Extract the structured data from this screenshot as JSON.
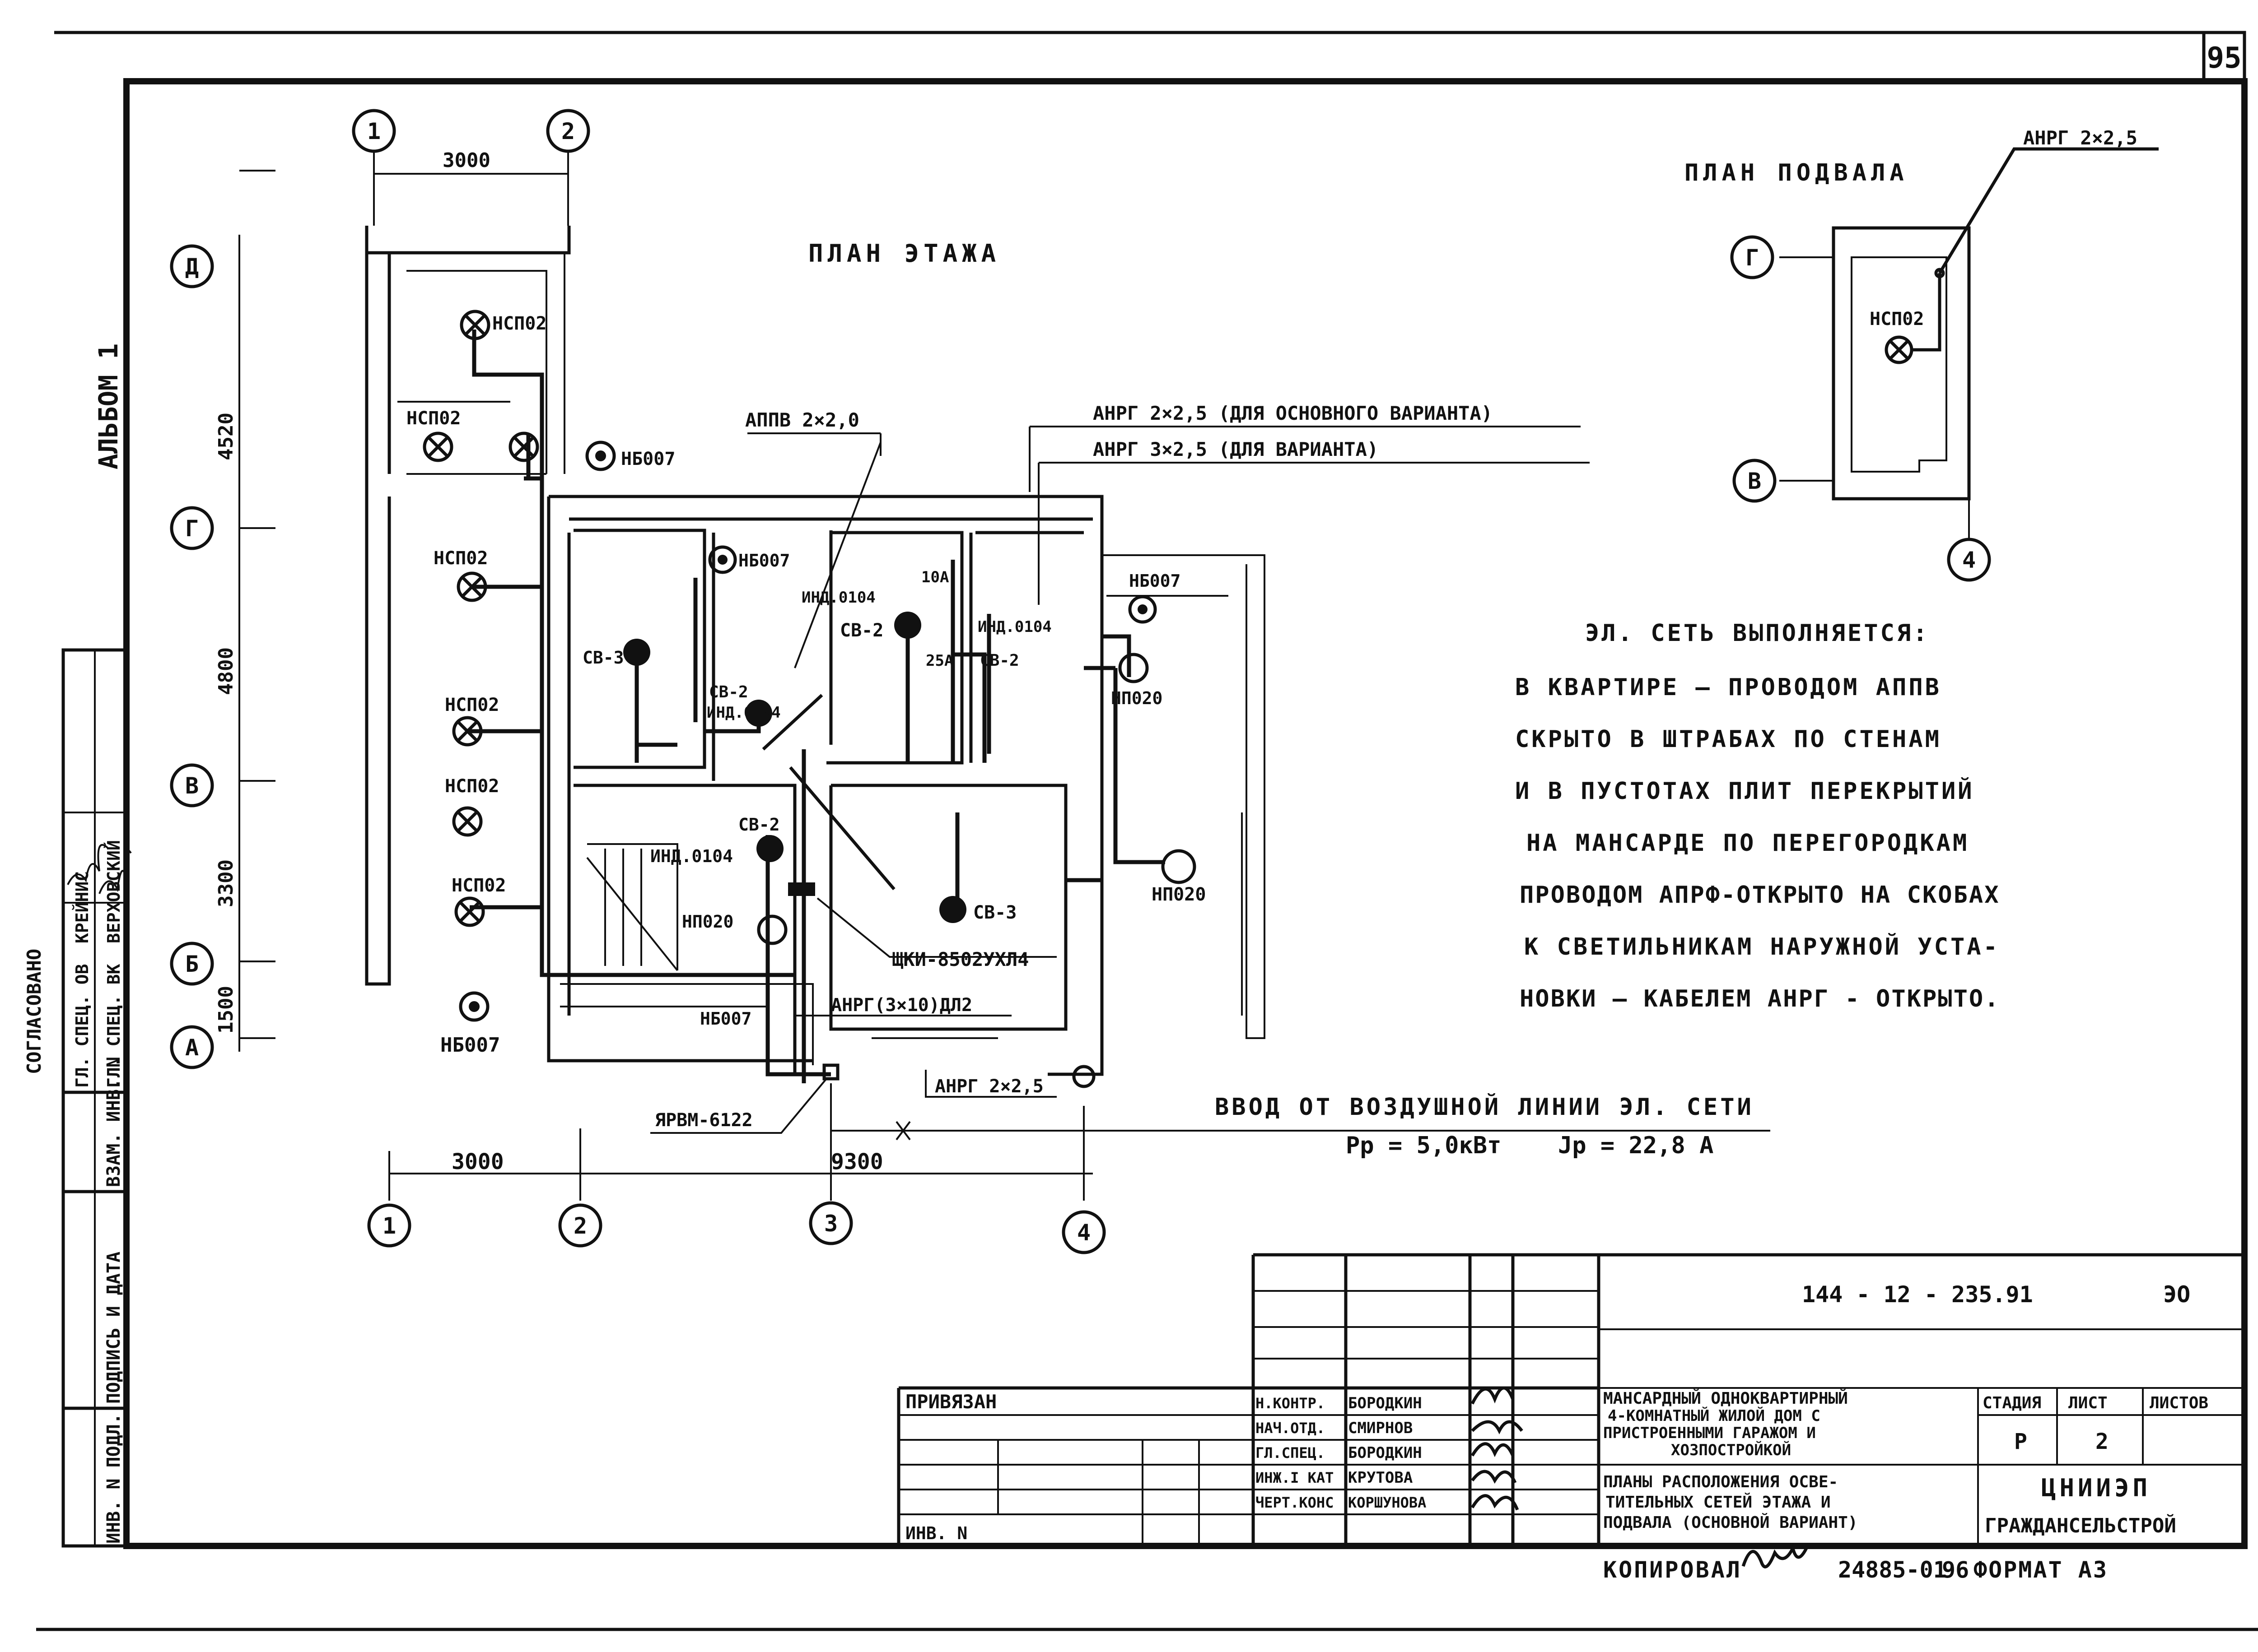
{
  "sheet": {
    "page_number": "95",
    "album_label": "АЛЬБОМ 1"
  },
  "floor_plan": {
    "title": "ПЛАН ЭТАЖА",
    "axes_top": [
      "1",
      "2"
    ],
    "axes_bottom": [
      "1",
      "2",
      "3",
      "4"
    ],
    "axes_left": [
      "Д",
      "Г",
      "В",
      "Б",
      "А"
    ],
    "dims_left": [
      "4520",
      "4800",
      "3300",
      "1500"
    ],
    "dim_top": "3000",
    "dims_bottom": [
      "3000",
      "9300"
    ],
    "fixture_labels": [
      "НСП02",
      "НСП02",
      "НСП02",
      "НСП02",
      "НСП02",
      "НСП02",
      "НБ007",
      "НБ007",
      "НБ007",
      "НБ007",
      "НБ007",
      "НП020",
      "НП020",
      "НП020"
    ],
    "room_labels": [
      "СВ-3",
      "СВ-2",
      "СВ-2",
      "СВ-2",
      "СВ-2",
      "СВ-3",
      "ИНД.0104",
      "ИНД.0104",
      "ИНД.0104",
      "ИНД.0104",
      "10А",
      "25А"
    ],
    "cable_labels": {
      "appv": "АППВ 2×2,0",
      "anrg_main": "АНРГ 2×2,5 (ДЛЯ ОСНОВНОГО ВАРИАНТА)",
      "anrg_variant": "АНРГ 3×2,5 (ДЛЯ ВАРИАНТА)",
      "panel": "ЩКИ-8502УХЛ4",
      "anrg_panel": "АНРГ(3×10)ДЛ2",
      "anrg_bottom": "АНРГ 2×2,5",
      "yarv": "ЯРВМ-6122"
    },
    "input_line": "ВВОД ОТ ВОЗДУШНОЙ ЛИНИИ ЭЛ. СЕТИ",
    "power": "Pр = 5,0кВт",
    "current": "Jр = 22,8 А"
  },
  "basement_plan": {
    "title": "ПЛАН ПОДВАЛА",
    "cable": "АНРГ 2×2,5",
    "fixture": "НСП02",
    "axes": [
      "Г",
      "В",
      "4"
    ]
  },
  "notes": [
    "ЭЛ. СЕТЬ ВЫПОЛНЯЕТСЯ:",
    "В КВАРТИРЕ — ПРОВОДОМ АППВ",
    "СКРЫТО В ШТРАБАХ ПО СТЕНАМ",
    "И В ПУСТОТАХ ПЛИТ ПЕРЕКРЫТИЙ",
    "НА МАНСАРДЕ ПО ПЕРЕГОРОДКАМ",
    "ПРОВОДОМ АПРФ-ОТКРЫТО НА СКОБАХ",
    "К СВЕТИЛЬНИКАМ НАРУЖНОЙ УСТА-",
    "НОВКИ — КАБЕЛЕМ АНРГ - ОТКРЫТО."
  ],
  "left_stamp": {
    "agreed": "СОГЛАСОВАНО",
    "rows": [
      {
        "role": "ГЛ. СПЕЦ. ОВ",
        "name": "КРЕЙНИС"
      },
      {
        "role": "ГЛ. СПЕЦ. ВК",
        "name": "ВЕРХОВСКИЙ"
      }
    ],
    "columns": [
      "ВЗАМ. ИНВ. N",
      "ПОДПИСЬ И ДАТА",
      "ИНВ. N ПОДЛ."
    ]
  },
  "title_block": {
    "code": "144 - 12 - 235.91",
    "section": "ЭО",
    "tied": "ПРИВЯЗАН",
    "inv": "ИНВ. N",
    "signers": [
      {
        "role": "Н.КОНТР.",
        "name": "БОРОДКИН"
      },
      {
        "role": "НАЧ.ОТД.",
        "name": "СМИРНОВ"
      },
      {
        "role": "ГЛ.СПЕЦ.",
        "name": "БОРОДКИН"
      },
      {
        "role": "ИНЖ.I КАТ",
        "name": "КРУТОВА"
      },
      {
        "role": "ЧЕРТ.КОНС",
        "name": "КОРШУНОВА"
      }
    ],
    "project_lines": [
      "МАНСАРДНЫЙ ОДНОКВАРТИРНЫЙ",
      "4-КОМНАТНЫЙ ЖИЛОЙ ДОМ С",
      "ПРИСТРОЕННЫМИ ГАРАЖОМ И",
      "ХОЗПОСТРОЙКОЙ"
    ],
    "sheet_title_lines": [
      "ПЛАНЫ РАСПОЛОЖЕНИЯ ОСВЕ-",
      "ТИТЕЛЬНЫХ СЕТЕЙ ЭТАЖА И",
      "ПОДВАЛА (ОСНОВНОЙ ВАРИАНТ)"
    ],
    "stage_header": "СТАДИЯ",
    "sheet_header": "ЛИСТ",
    "sheets_header": "ЛИСТОВ",
    "stage": "Р",
    "sheet": "2",
    "org_lines": [
      "ЦНИИЭП",
      "ГРАЖДАНСЕЛЬСТРОЙ"
    ]
  },
  "footer": {
    "copied": "КОПИРОВАЛ",
    "number": "24885-01",
    "year": "96",
    "format": "ФОРМАТ А3"
  }
}
